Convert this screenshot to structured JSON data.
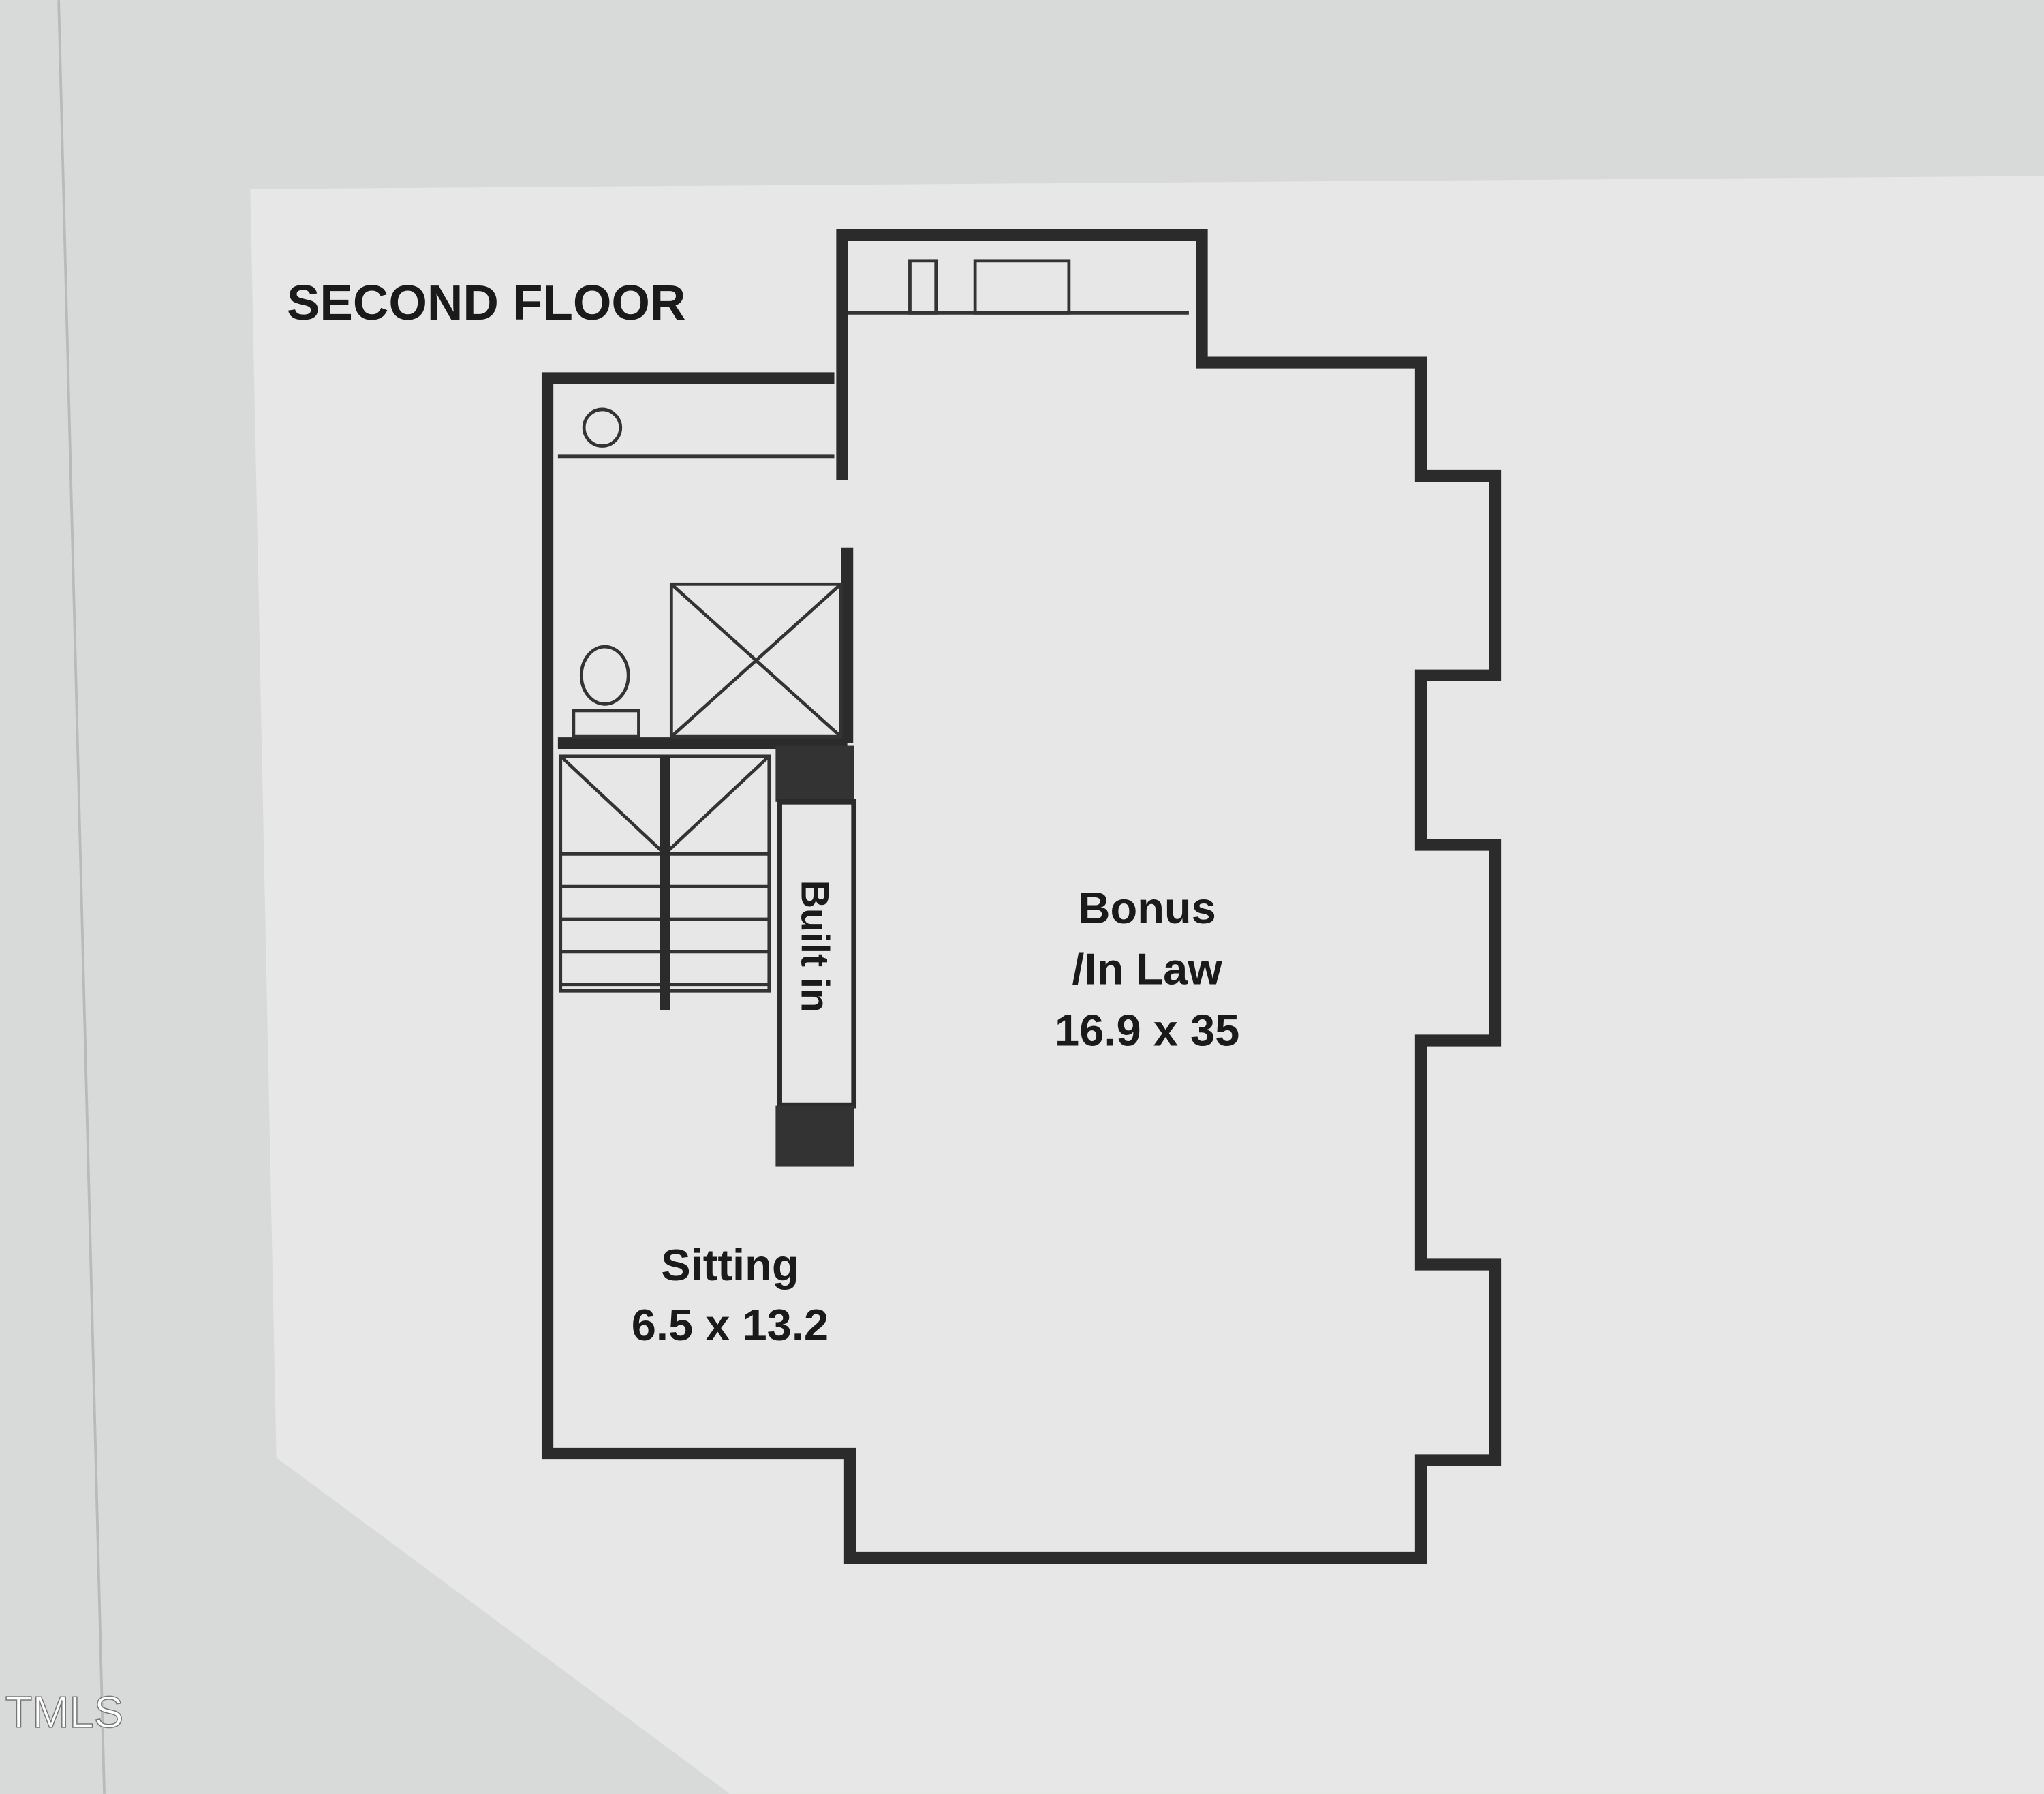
{
  "plan": {
    "title": "SECOND FLOOR",
    "rooms": [
      {
        "name_line1": "Bonus",
        "name_line2": "/In Law",
        "dimensions": "16.9 x 35"
      },
      {
        "name_line1": "Sitting",
        "dimensions": "6.5 x 13.2"
      }
    ],
    "built_in_label": "Built in"
  },
  "watermark": "TMLS"
}
